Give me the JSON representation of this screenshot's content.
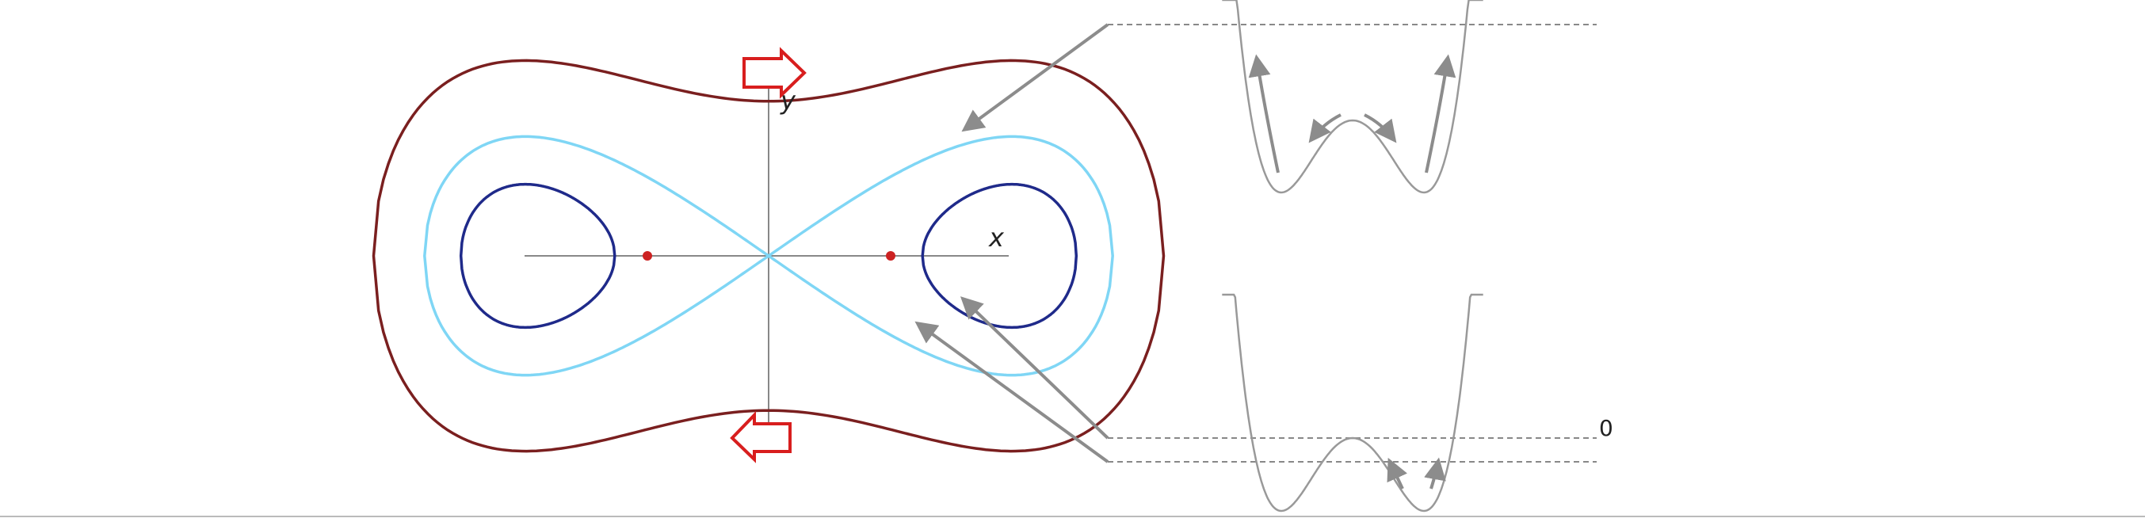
{
  "phase_portrait": {
    "x_axis_label": "x",
    "y_axis_label": "y",
    "colors": {
      "outer_orbit": "#7a1f1f",
      "separatrix": "#7fd6f5",
      "inner_orbit": "#1f2a8a",
      "fixed_point": "#cc2222",
      "axis": "#888888",
      "flow_arrow": "#d81e1e"
    },
    "icons": [
      "arrow-right-icon",
      "arrow-left-icon"
    ]
  },
  "potential_panels": {
    "zero_level_label": "0",
    "colors": {
      "curve": "#999999",
      "dashed_level": "#888888",
      "connector": "#8c8c8c"
    }
  }
}
